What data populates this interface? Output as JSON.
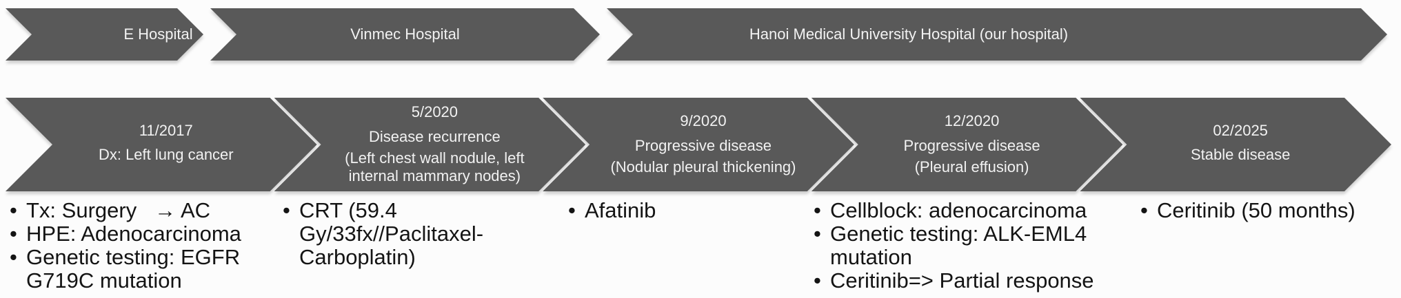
{
  "colors": {
    "chevron_fill": "#595959",
    "chevron_text": "#f2f2f2",
    "note_text": "#141414",
    "background": "#fcfcfc"
  },
  "hospital_row": {
    "items": [
      {
        "label": "E Hospital"
      },
      {
        "label": "Vinmec Hospital"
      },
      {
        "label": "Hanoi Medical University Hospital (our hospital)"
      }
    ]
  },
  "timeline_row": {
    "items": [
      {
        "date": "11/2017",
        "event": "Dx: Left lung cancer",
        "detail": ""
      },
      {
        "date": "5/2020",
        "event": "Disease recurrence",
        "detail": "(Left chest wall nodule, left internal mammary nodes)"
      },
      {
        "date": "9/2020",
        "event": "Progressive disease",
        "detail": "(Nodular pleural thickening)"
      },
      {
        "date": "12/2020",
        "event": "Progressive disease",
        "detail": "(Pleural effusion)"
      },
      {
        "date": "02/2025",
        "event": "Stable disease",
        "detail": ""
      }
    ]
  },
  "notes": {
    "columns": [
      {
        "items": [
          "Tx: Surgery   → AC",
          "HPE: Adenocarcinoma",
          "Genetic testing: EGFR G719C mutation"
        ]
      },
      {
        "items": [
          "CRT (59.4 Gy/33fx//Paclitaxel-Carboplatin)"
        ]
      },
      {
        "items": [
          "Afatinib"
        ]
      },
      {
        "items": [
          "Cellblock: adenocarcinoma",
          "Genetic testing: ALK-EML4 mutation",
          "Ceritinib=> Partial response"
        ]
      },
      {
        "items": [
          "Ceritinib (50 months)"
        ]
      }
    ]
  }
}
